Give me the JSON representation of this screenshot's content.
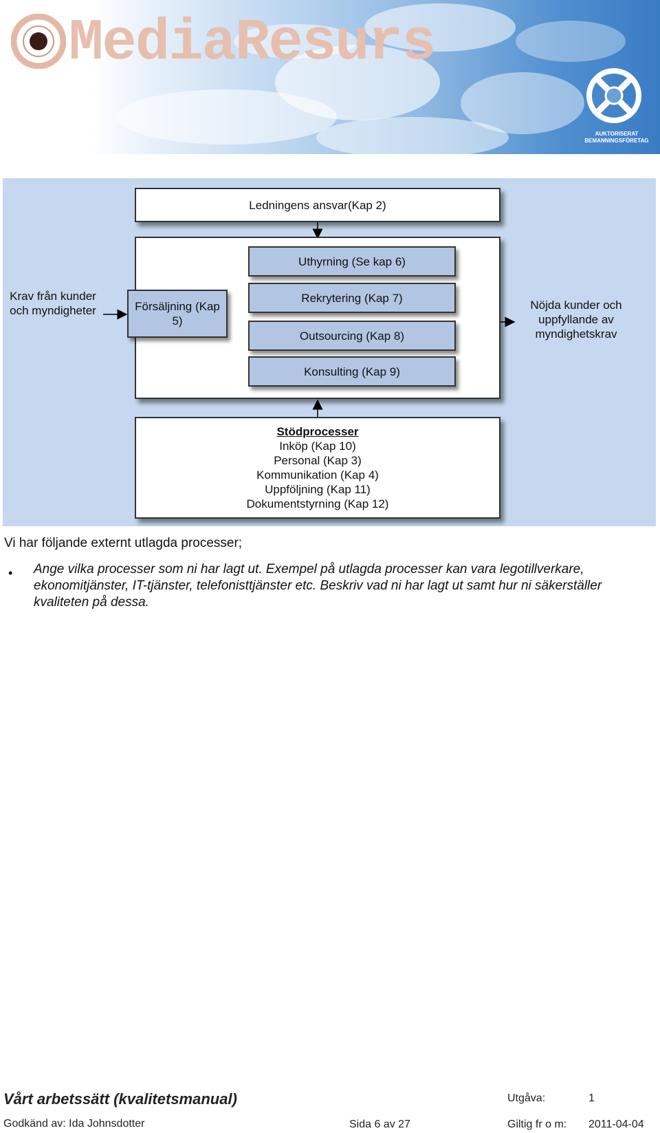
{
  "header": {
    "logo_text": "MediaResurs",
    "badge_text": "AUKTORISERAT BEMANNINGSFÖRETAG"
  },
  "diagram": {
    "management": "Ledningens ansvar(Kap 2)",
    "input": "Krav från kunder och myndigheter",
    "sales": "Försäljning (Kap 5)",
    "processes": [
      "Uthyrning (Se kap 6)",
      "Rekrytering (Kap 7)",
      "Outsourcing (Kap 8)",
      "Konsulting (Kap 9)"
    ],
    "output": "Nöjda kunder och uppfyllande av myndighetskrav",
    "support": {
      "title": "Stödprocesser",
      "items": [
        "Inköp (Kap 10)",
        "Personal (Kap 3)",
        "Kommunikation (Kap 4)",
        "Uppföljning (Kap 11)",
        "Dokumentstyrning (Kap 12)"
      ]
    }
  },
  "body": {
    "intro": "Vi har följande externt utlagda processer;",
    "bullet_symbol": "•",
    "bullet": "Ange vilka processer som ni har lagt ut. Exempel på utlagda processer kan vara legotillverkare, ekonomitjänster, IT-tjänster, telefonisttjänster etc. Beskriv vad ni har lagt ut samt hur ni säkerställer kvaliteten på dessa."
  },
  "footer": {
    "title": "Vårt arbetssätt (kvalitetsmanual)",
    "edition_label": "Utgåva:",
    "edition_value": "1",
    "approved": "Godkänd av: Ida Johnsdotter",
    "page": "Sida 6 av 27",
    "valid_label": "Giltig fr o m:",
    "valid_value": "2011-04-04"
  }
}
